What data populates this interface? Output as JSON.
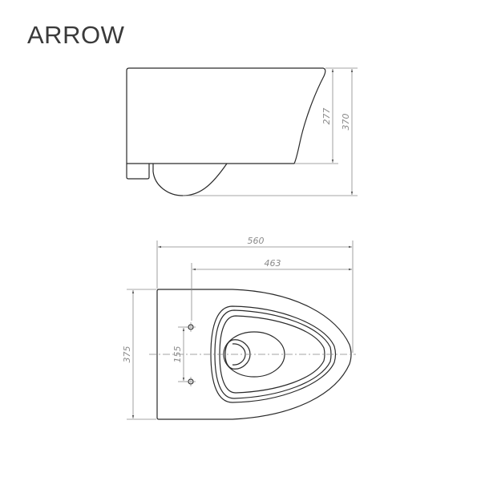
{
  "title": "ARROW",
  "colors": {
    "outline": "#2a2a2a",
    "dimension": "#888888",
    "text": "#3a3a3a"
  },
  "side_view": {
    "dimensions": {
      "rim_height": "277",
      "total_height": "370"
    }
  },
  "top_view": {
    "dimensions": {
      "total_length": "560",
      "bolt_to_front": "463",
      "width": "375",
      "bolt_spacing": "155"
    }
  }
}
